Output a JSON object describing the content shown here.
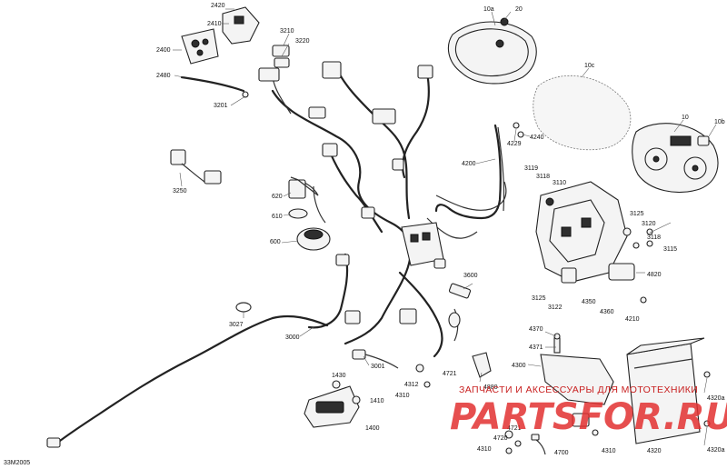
{
  "diagram": {
    "code": "33M2005",
    "labels": [
      {
        "id": "2420",
        "text": "2420"
      },
      {
        "id": "2410",
        "text": "2410"
      },
      {
        "id": "2400",
        "text": "2400"
      },
      {
        "id": "2480",
        "text": "2480"
      },
      {
        "id": "3210",
        "text": "3210"
      },
      {
        "id": "3220",
        "text": "3220"
      },
      {
        "id": "3201",
        "text": "3201"
      },
      {
        "id": "3250",
        "text": "3250"
      },
      {
        "id": "620",
        "text": "620"
      },
      {
        "id": "610",
        "text": "610"
      },
      {
        "id": "600",
        "text": "600"
      },
      {
        "id": "10a",
        "text": "10a"
      },
      {
        "id": "20",
        "text": "20"
      },
      {
        "id": "10c",
        "text": "10c"
      },
      {
        "id": "10",
        "text": "10"
      },
      {
        "id": "10b",
        "text": "10b"
      },
      {
        "id": "4229",
        "text": "4229"
      },
      {
        "id": "4240",
        "text": "4240"
      },
      {
        "id": "4200",
        "text": "4200"
      },
      {
        "id": "3119",
        "text": "3119"
      },
      {
        "id": "3118a",
        "text": "3118"
      },
      {
        "id": "3110",
        "text": "3110"
      },
      {
        "id": "3125a",
        "text": "3125"
      },
      {
        "id": "3120",
        "text": "3120"
      },
      {
        "id": "3118b",
        "text": "3118"
      },
      {
        "id": "3115",
        "text": "3115"
      },
      {
        "id": "4820",
        "text": "4820"
      },
      {
        "id": "3125b",
        "text": "3125"
      },
      {
        "id": "3122",
        "text": "3122"
      },
      {
        "id": "4350",
        "text": "4350"
      },
      {
        "id": "4360",
        "text": "4360"
      },
      {
        "id": "4210",
        "text": "4210"
      },
      {
        "id": "3600",
        "text": "3600"
      },
      {
        "id": "3027",
        "text": "3027"
      },
      {
        "id": "3000",
        "text": "3000"
      },
      {
        "id": "3001",
        "text": "3001"
      },
      {
        "id": "1430",
        "text": "1430"
      },
      {
        "id": "1410",
        "text": "1410"
      },
      {
        "id": "1400",
        "text": "1400"
      },
      {
        "id": "4312a",
        "text": "4312"
      },
      {
        "id": "4310a",
        "text": "4310"
      },
      {
        "id": "4721a",
        "text": "4721"
      },
      {
        "id": "4880",
        "text": "4880"
      },
      {
        "id": "4370",
        "text": "4370"
      },
      {
        "id": "4371",
        "text": "4371"
      },
      {
        "id": "4300",
        "text": "4300"
      },
      {
        "id": "4320",
        "text": "4320"
      },
      {
        "id": "4320a1",
        "text": "4320a"
      },
      {
        "id": "4320a2",
        "text": "4320a"
      },
      {
        "id": "4721b",
        "text": "4721"
      },
      {
        "id": "4720",
        "text": "4720"
      },
      {
        "id": "4310b",
        "text": "4310"
      },
      {
        "id": "4700",
        "text": "4700"
      },
      {
        "id": "4310c",
        "text": "4310"
      }
    ]
  },
  "watermark": {
    "top_text": "ЗАПЧАСТИ И АКСЕССУАРЫ ДЛЯ МОТОТЕХНИКИ",
    "brand_text": "PARTSFOR.RU"
  }
}
